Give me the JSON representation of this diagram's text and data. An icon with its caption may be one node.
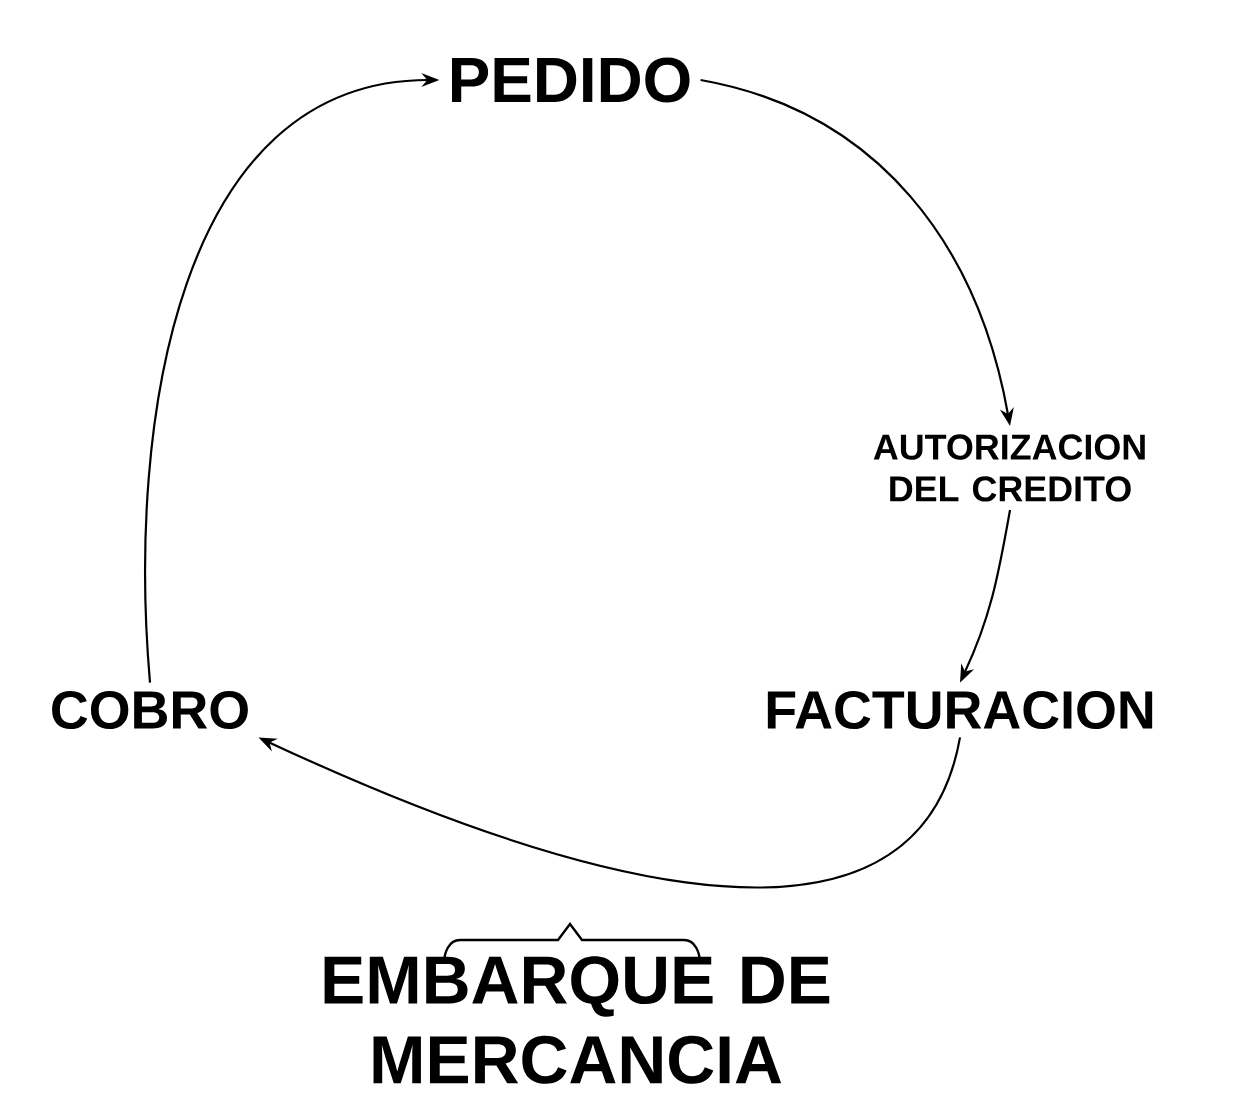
{
  "diagram": {
    "nodes": [
      {
        "text": [
          "PEDIDO"
        ]
      },
      {
        "text": [
          "AUTORIZACION DEL CREDITO"
        ]
      },
      {
        "text": [
          "FACTURACION"
        ]
      },
      {
        "text": [
          "COBRO"
        ]
      }
    ],
    "edges": [
      {
        "from": 0,
        "to": 1,
        "arrow": "to"
      },
      {
        "from": 1,
        "to": 2,
        "arrow": "to"
      },
      {
        "from": 2,
        "to": 3,
        "arrow": "to"
      },
      {
        "from": 3,
        "to": 0,
        "arrow": "to"
      }
    ],
    "labels": [
      "EMBARQUE DE MERCANCIA"
    ]
  }
}
